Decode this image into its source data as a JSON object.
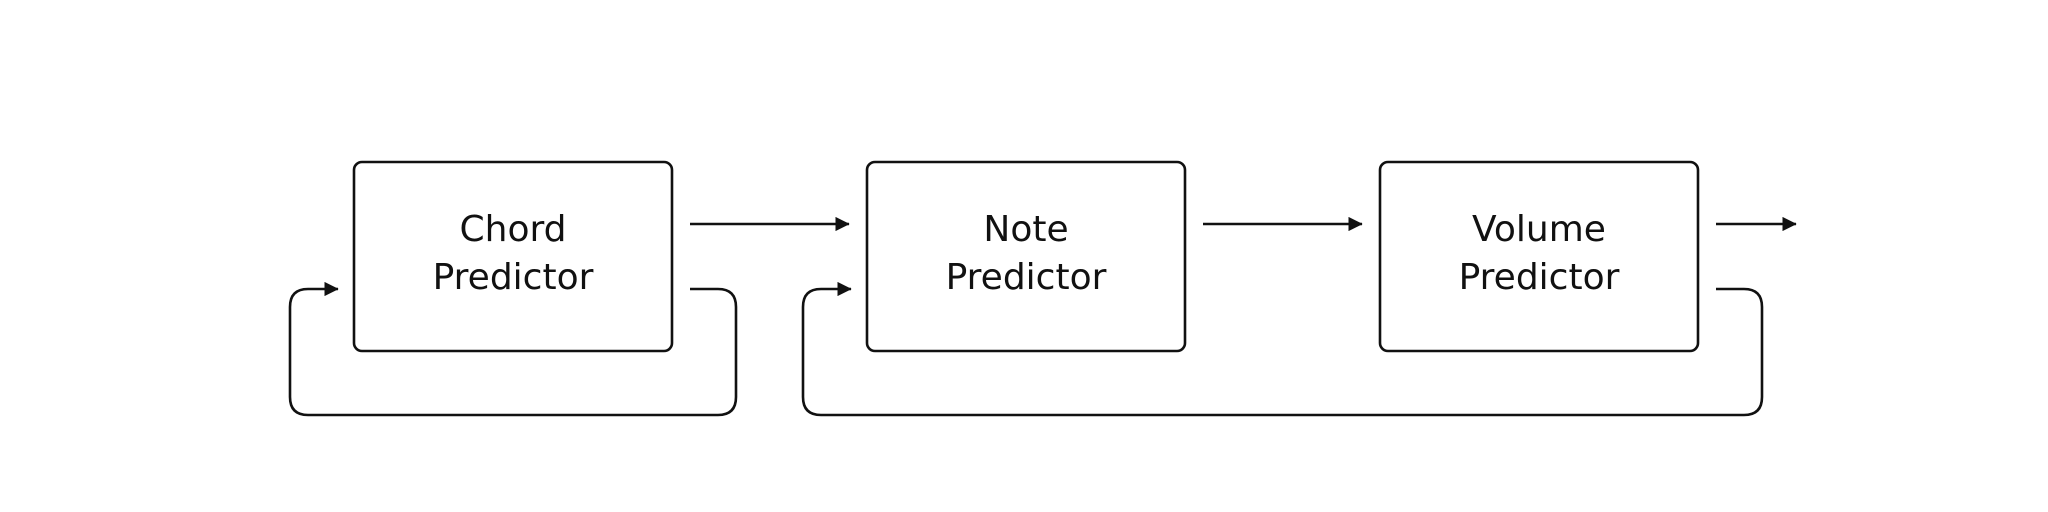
{
  "diagram": {
    "nodes": [
      {
        "id": "chord",
        "line1": "Chord",
        "line2": "Predictor"
      },
      {
        "id": "note",
        "line1": "Note",
        "line2": "Predictor"
      },
      {
        "id": "volume",
        "line1": "Volume",
        "line2": "Predictor"
      }
    ],
    "edges": [
      {
        "from": "chord",
        "to": "note",
        "kind": "forward"
      },
      {
        "from": "note",
        "to": "volume",
        "kind": "forward"
      },
      {
        "from": "volume",
        "to": null,
        "kind": "output"
      },
      {
        "from": "chord",
        "to": "chord",
        "kind": "feedback"
      },
      {
        "from": "volume",
        "to": "note",
        "kind": "feedback"
      }
    ],
    "colors": {
      "stroke": "#111111",
      "fill": "#ffffff",
      "text": "#111111"
    }
  }
}
